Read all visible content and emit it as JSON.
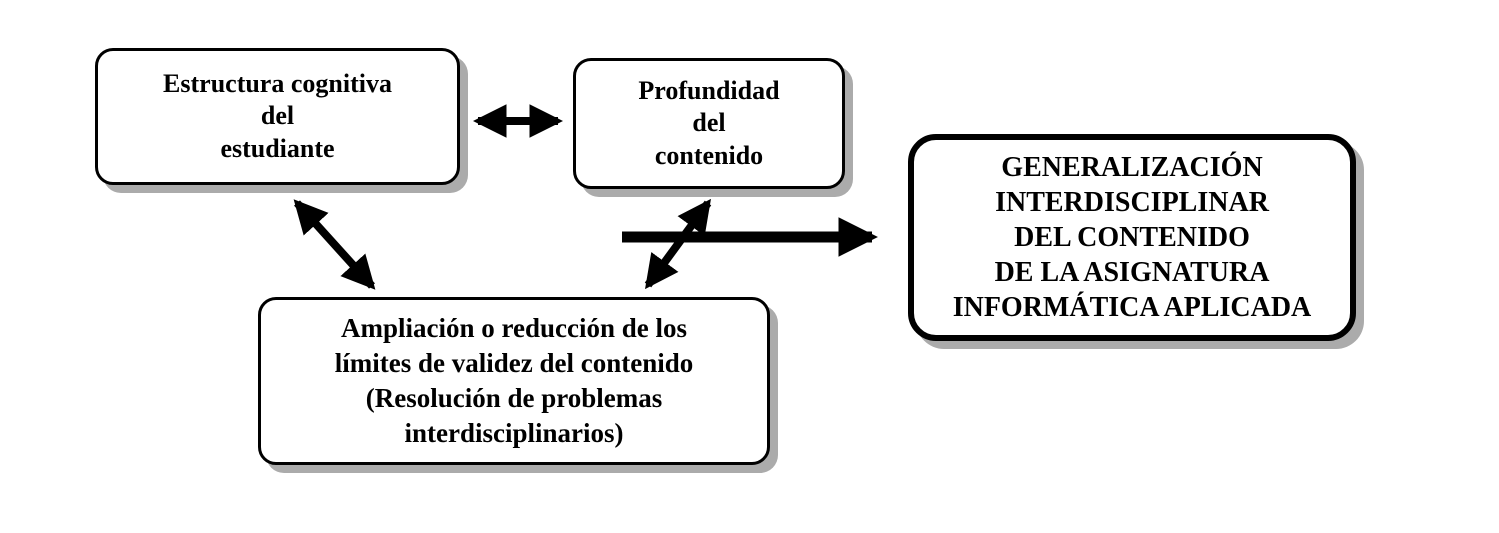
{
  "diagram": {
    "title": "Generalización interdisciplinar del contenido - esquema",
    "boxes": {
      "estructura": {
        "lines": [
          "Estructura cognitiva",
          "del",
          "estudiante"
        ]
      },
      "profundidad": {
        "lines": [
          "Profundidad",
          "del",
          "contenido"
        ]
      },
      "ampliacion": {
        "lines": [
          "Ampliación o reducción de los",
          "límites de validez del contenido",
          "(Resolución de problemas",
          "interdisciplinarios)"
        ]
      },
      "generalizacion": {
        "lines": [
          "GENERALIZACIÓN",
          "INTERDISCIPLINAR",
          "DEL CONTENIDO",
          "DE LA ASIGNATURA",
          "INFORMÁTICA APLICADA"
        ]
      }
    },
    "arrows": {
      "estructura_profundidad": "double-headed horizontal",
      "estructura_ampliacion": "double-headed diagonal",
      "profundidad_ampliacion": "double-headed diagonal",
      "to_generalizacion": "single-headed horizontal"
    },
    "colors": {
      "border": "#000000",
      "background": "#ffffff",
      "shadow": "#ababab",
      "text": "#000000",
      "arrow": "#000000"
    }
  }
}
